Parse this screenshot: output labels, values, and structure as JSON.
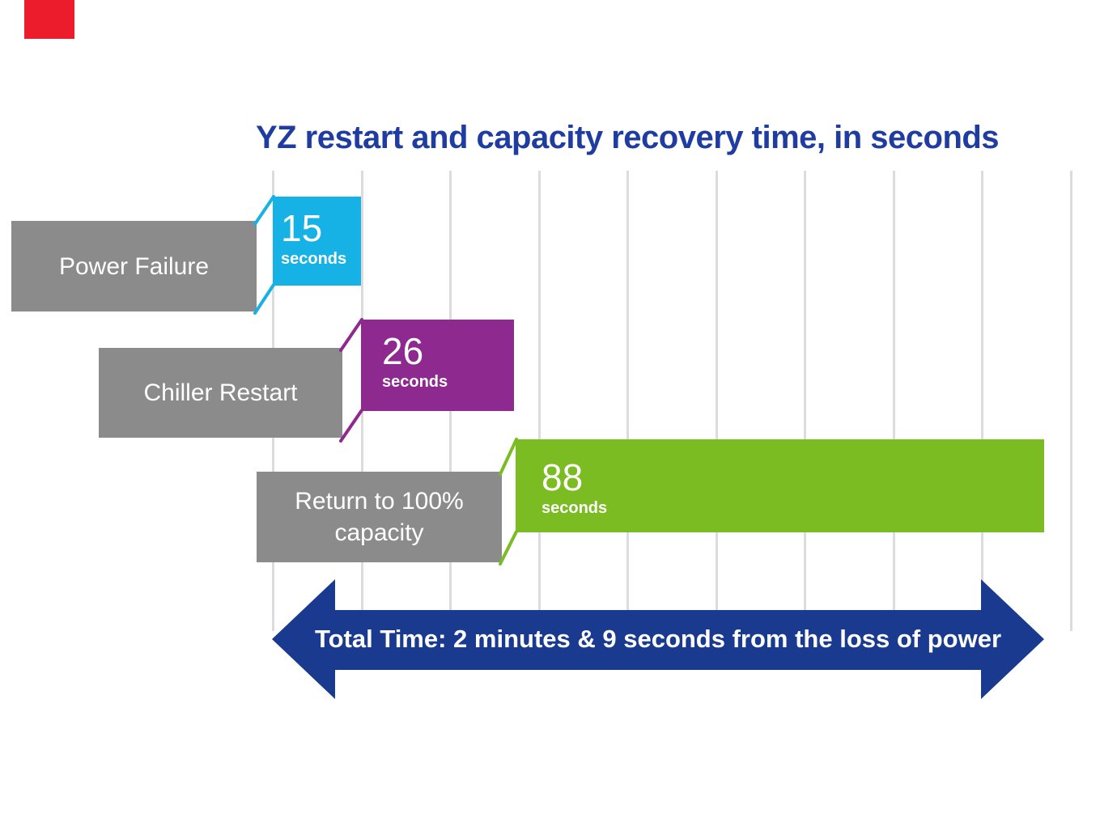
{
  "title": {
    "text": "YZ restart and capacity recovery time, in seconds",
    "color": "#1F3CA0"
  },
  "accent": {
    "color": "#EC1C2D"
  },
  "rows": [
    {
      "label": "Power Failure",
      "value": "15",
      "unit": "seconds",
      "color": "#16B2E5"
    },
    {
      "label": "Chiller Restart",
      "value": "26",
      "unit": "seconds",
      "color": "#8E2A8F"
    },
    {
      "label": "Return to 100% capacity",
      "value": "88",
      "unit": "seconds",
      "color": "#7ABC21"
    }
  ],
  "label_box_color": "#8B8B8B",
  "gridline_color": "#DCDCDC",
  "arrow": {
    "text": "Total Time: 2 minutes & 9 seconds from the loss of power",
    "color": "#1A3A8F"
  },
  "chart_data": {
    "type": "bar",
    "orientation": "horizontal",
    "title": "YZ restart and capacity recovery time, in seconds",
    "categories": [
      "Power Failure",
      "Chiller Restart",
      "Return to 100% capacity"
    ],
    "values": [
      15,
      26,
      88
    ],
    "unit": "seconds",
    "cumulative_start_offsets_seconds": [
      0,
      15,
      41
    ],
    "total_seconds": 129,
    "x_axis": {
      "gridline_count": 10,
      "seconds_per_gridline_interval": 15,
      "tick_labels_visible": false
    },
    "legend": "none",
    "annotation": "Total Time: 2 minutes & 9 seconds from the loss of power",
    "series_colors": [
      "#16B2E5",
      "#8E2A8F",
      "#7ABC21"
    ]
  }
}
